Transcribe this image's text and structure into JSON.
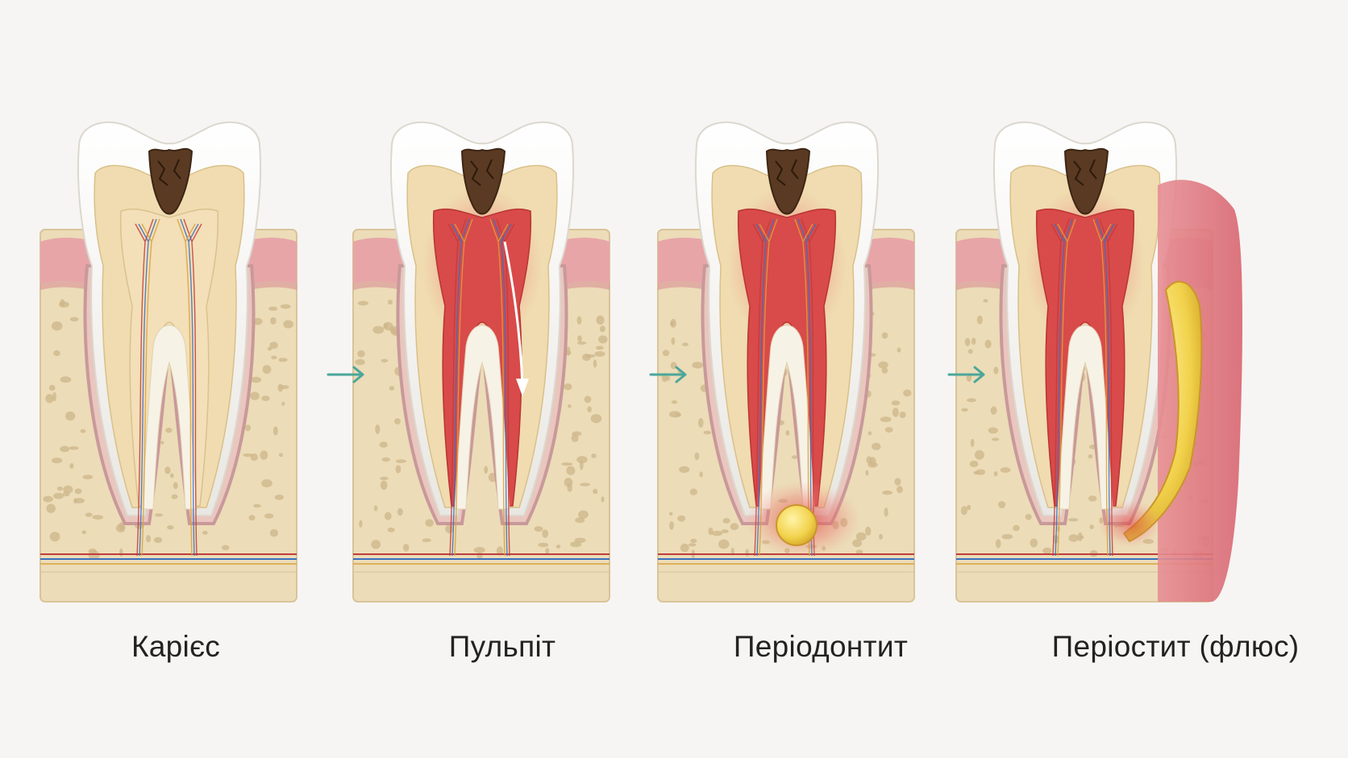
{
  "stages": [
    {
      "id": "caries",
      "label": "Карієс",
      "pulp_inflamed": false,
      "periapical_abscess": false,
      "gum_abscess": false,
      "pulp_flow_arrow": false
    },
    {
      "id": "pulpitis",
      "label": "Пульпіт",
      "pulp_inflamed": true,
      "periapical_abscess": false,
      "gum_abscess": false,
      "pulp_flow_arrow": true
    },
    {
      "id": "periodontitis",
      "label": "Періодонтит",
      "pulp_inflamed": true,
      "periapical_abscess": true,
      "gum_abscess": false,
      "pulp_flow_arrow": false
    },
    {
      "id": "periostitis",
      "label": "Періостит (флюс)",
      "pulp_inflamed": true,
      "periapical_abscess": false,
      "gum_abscess": true,
      "pulp_flow_arrow": false
    }
  ],
  "arrow_count": 3,
  "colors": {
    "background": "#f6f5f3",
    "arrow": "#4aa79a",
    "bone": "#ecdcb8",
    "bone_pore": "#cdb68a",
    "gum": "#e7a5a8",
    "enamel": "#f9f9f7",
    "dentin": "#f0dcb0",
    "pulp_healthy": "#f3dfb8",
    "pulp_inflamed": "#d94a4a",
    "decay": "#5a3a22",
    "pus": "#f2d24c"
  }
}
